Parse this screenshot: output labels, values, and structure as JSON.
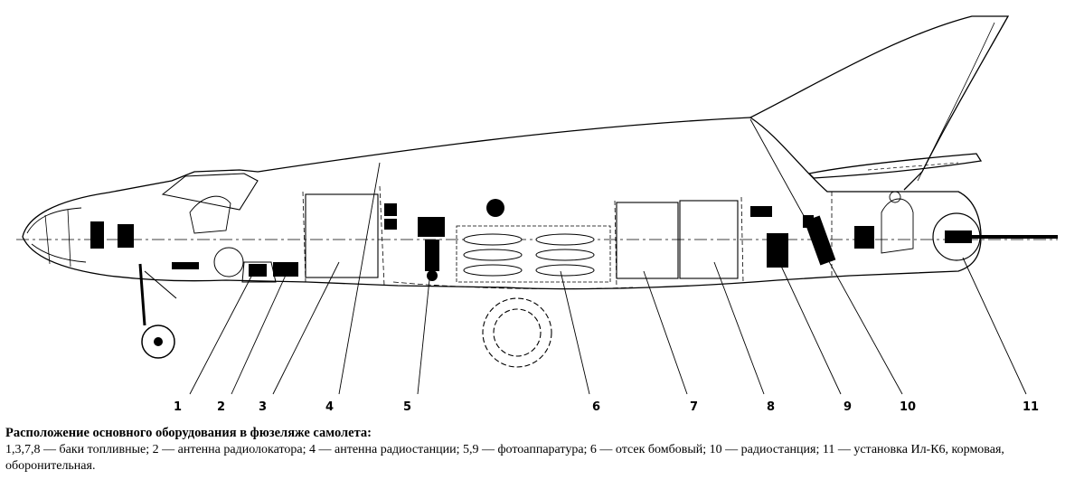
{
  "figure": {
    "callouts": [
      "1",
      "2",
      "3",
      "4",
      "5",
      "6",
      "7",
      "8",
      "9",
      "10",
      "11"
    ]
  },
  "caption": {
    "title": "Расположение основного оборудования в фюзеляже самолета:",
    "body": "1,3,7,8 — баки топливные; 2 — антенна радиолокатора; 4 — антенна радиостанции; 5,9 — фотоаппаратура; 6 — отсек бомбовый; 10 — радиостанция; 11 — установка Ил-К6, кормовая, оборонительная."
  }
}
